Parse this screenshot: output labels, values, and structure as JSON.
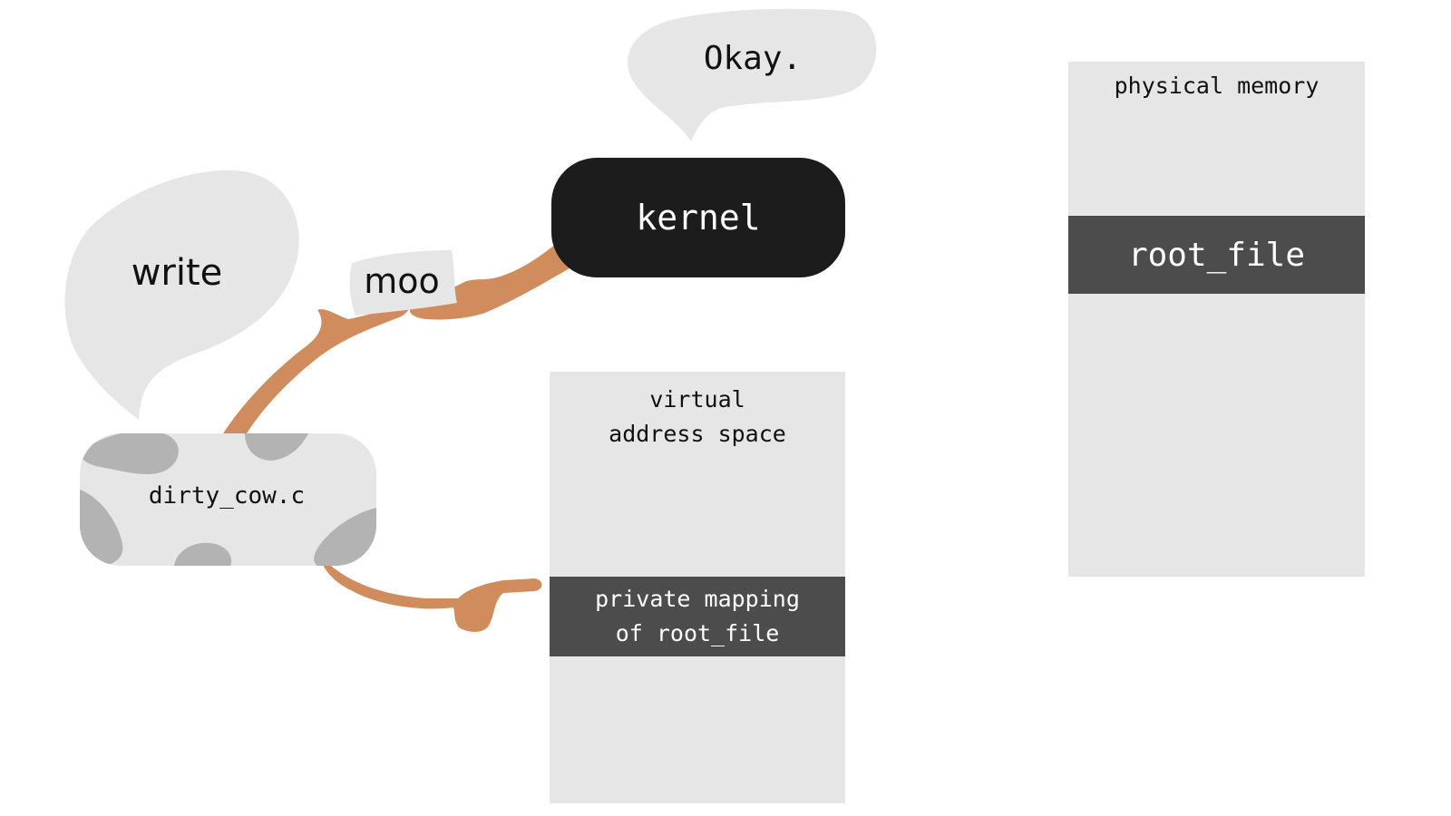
{
  "kernel": {
    "label": "kernel",
    "speech": "Okay."
  },
  "process": {
    "label": "dirty_cow.c",
    "speech": "write",
    "payload": "moo"
  },
  "virtual_memory": {
    "title": "virtual\naddress space",
    "region": "private mapping\nof root_file"
  },
  "physical_memory": {
    "title": "physical memory",
    "region": "root_file"
  },
  "colors": {
    "arm": "#d08c5c",
    "bubble": "#e6e6e6",
    "kernel": "#1c1c1c",
    "region": "#4c4c4c",
    "cow_spot": "#b3b3b3"
  }
}
